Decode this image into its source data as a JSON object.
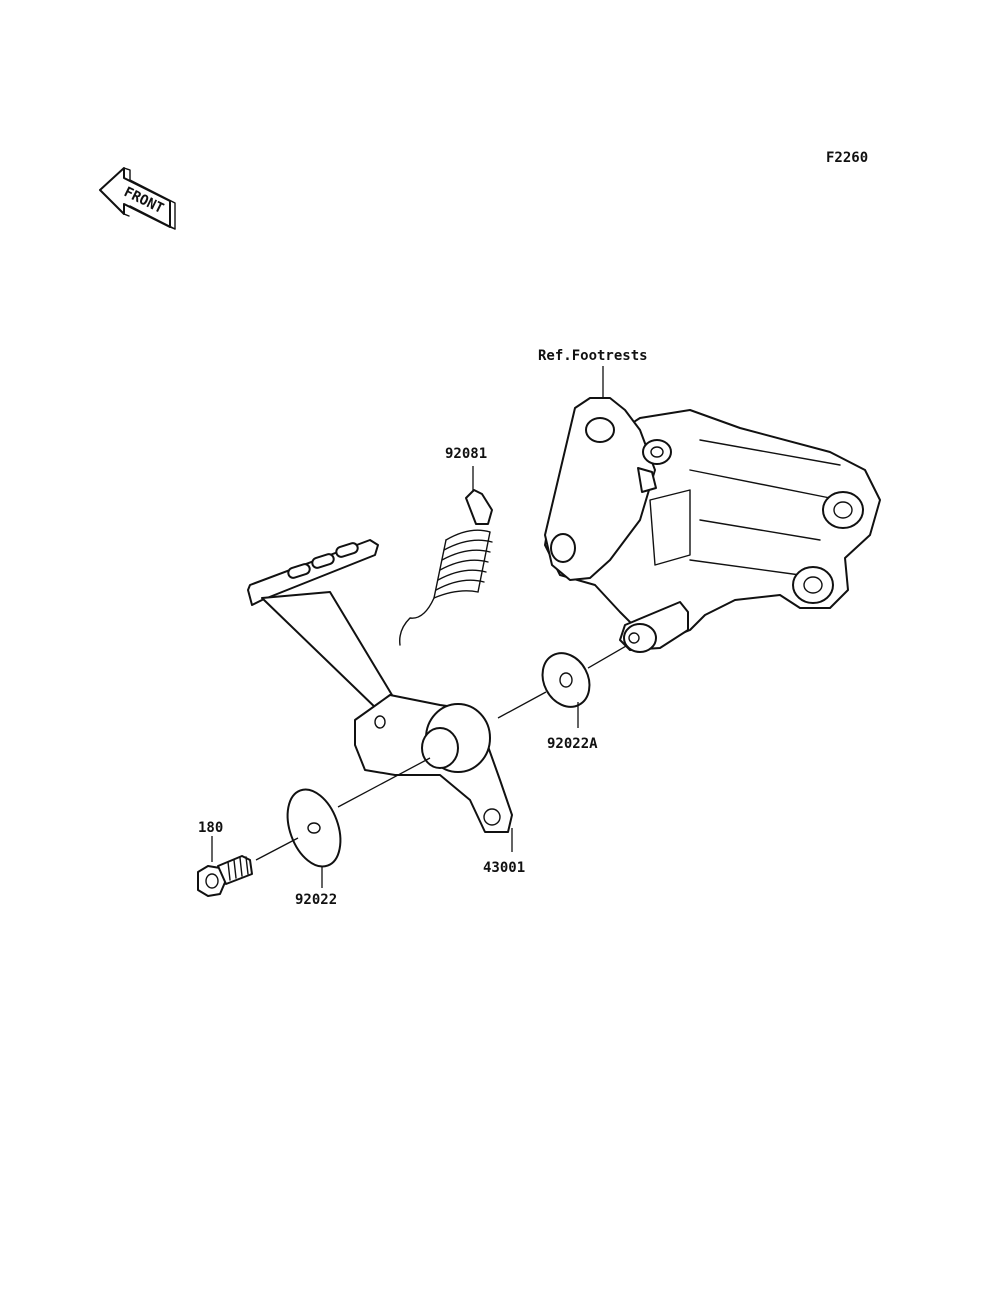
{
  "figure_code": "F2260",
  "front_label": "FRONT",
  "parts": {
    "ref_footrests": "Ref.Footrests",
    "spring": "92081",
    "washer_a": "92022A",
    "pedal": "43001",
    "bolt": "180",
    "washer": "92022"
  }
}
